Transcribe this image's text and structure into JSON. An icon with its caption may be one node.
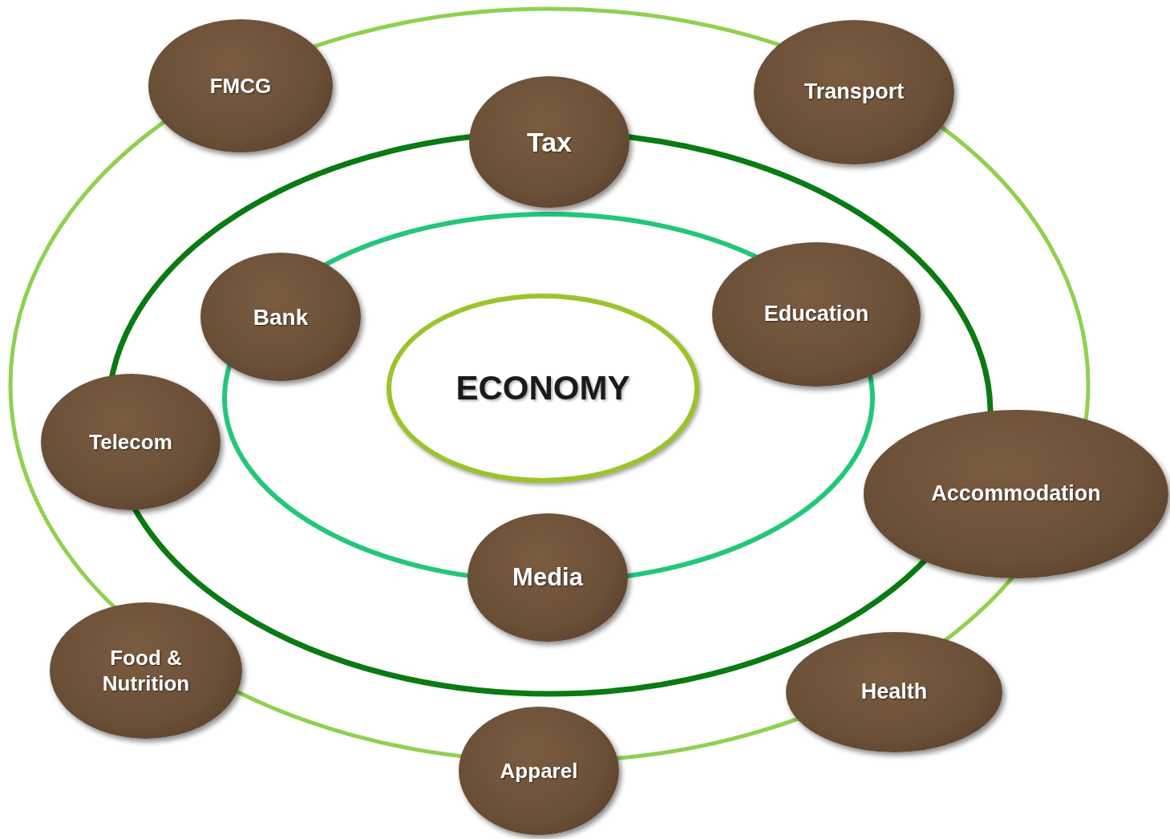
{
  "diagram": {
    "nodes": [
      {
        "text": [
          "FMCG"
        ]
      },
      {
        "text": [
          "Transport"
        ]
      },
      {
        "text": [
          "Tax"
        ]
      },
      {
        "text": [
          "Bank"
        ]
      },
      {
        "text": [
          "Education"
        ]
      },
      {
        "text": [
          "ECONOMY"
        ]
      },
      {
        "text": [
          "Telecom"
        ]
      },
      {
        "text": [
          "Accommodation"
        ]
      },
      {
        "text": [
          "Media"
        ]
      },
      {
        "text": [
          "Food & Nutrition"
        ]
      },
      {
        "text": [
          "Health"
        ]
      },
      {
        "text": [
          "Apparel"
        ]
      }
    ],
    "edges": []
  }
}
